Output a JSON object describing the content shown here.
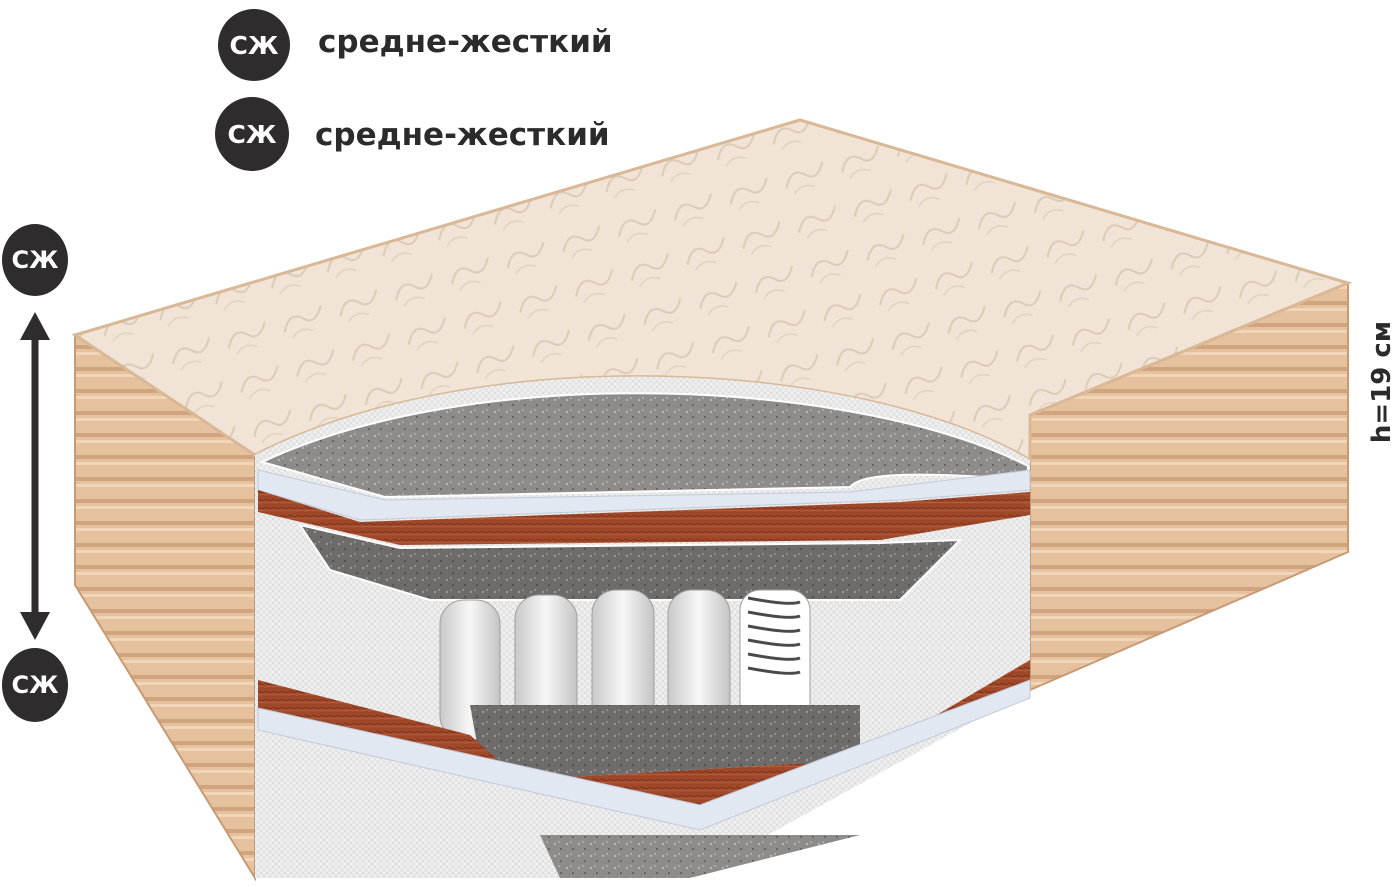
{
  "legend": [
    {
      "badge": "СЖ",
      "label": "средне-жесткий"
    },
    {
      "badge": "СЖ",
      "label": "средне-жесткий"
    }
  ],
  "side_badges": {
    "top": "СЖ",
    "bottom": "СЖ"
  },
  "height_label": "h=19 см",
  "colors": {
    "badge": "#2e2c2c",
    "cover": "#f1e4d6",
    "side": "#e8c6a4",
    "coconut": "#a0482a",
    "foam": "#8e8b8b",
    "memory": "#e2e8f2"
  }
}
